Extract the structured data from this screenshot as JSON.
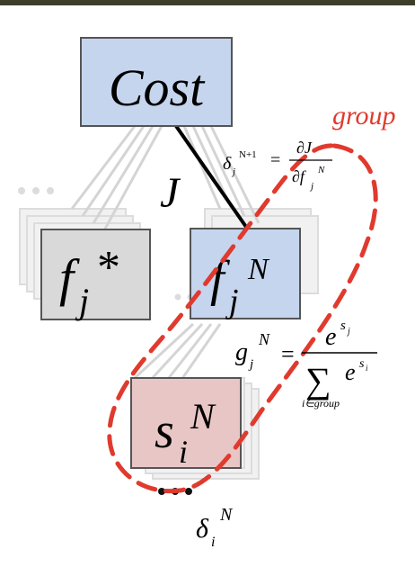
{
  "header_bar_color": "#3d3d2a",
  "nodes": {
    "cost": {
      "label": "Cost",
      "color": "#c5d5ee"
    },
    "fj_star": {
      "base": "f",
      "sub": "j",
      "sup": "*",
      "color": "#d9d9d9"
    },
    "fj_N": {
      "base": "f",
      "sub": "j",
      "sup": "N",
      "color": "#c5d5ee"
    },
    "si_N": {
      "base": "s",
      "sub": "i",
      "sup": "N",
      "color": "#e8c6c6"
    }
  },
  "edge_label": "J",
  "group_label": "group",
  "group_color": "#e03a2e",
  "formulas": {
    "delta_top": {
      "lhs_base": "δ",
      "lhs_sub": "j",
      "lhs_sup": "N+1",
      "equals": "=",
      "num": "∂J",
      "den_base": "∂f",
      "den_sub": "j",
      "den_sup": "N"
    },
    "softmax": {
      "lhs_base": "g",
      "lhs_sub": "j",
      "lhs_sup": "N",
      "equals": "=",
      "num_base": "e",
      "num_sup_base": "s",
      "num_sup_sub": "j",
      "sum_symbol": "∑",
      "den_base": "e",
      "den_sup_base": "s",
      "den_sup_sub": "i",
      "sum_range": "i∈group"
    },
    "delta_bottom": {
      "base": "δ",
      "sub": "i",
      "sup": "N"
    }
  },
  "ellipses": [
    "…",
    "…",
    "…"
  ]
}
